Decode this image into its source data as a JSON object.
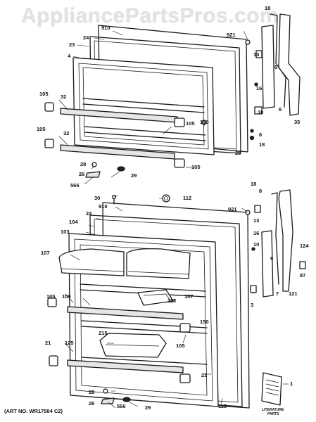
{
  "watermark": "AppliancePartsPros.com",
  "art_number": "(ART NO. WR17584 C2)",
  "literature_label_line1": "LITERATURE",
  "literature_label_line2": "PARTS",
  "callouts_upper": [
    "18",
    "910",
    "921",
    "24",
    "23",
    "4",
    "13",
    "5",
    "16",
    "105",
    "32",
    "6",
    "35",
    "10",
    "105",
    "105",
    "150",
    "8",
    "25",
    "32",
    "18",
    "28",
    "105",
    "26",
    "29",
    "566"
  ],
  "callouts_lower": [
    "30",
    "112",
    "18",
    "8",
    "910",
    "921",
    "24",
    "104",
    "103",
    "13",
    "16",
    "10",
    "107",
    "9",
    "124",
    "87",
    "118",
    "107",
    "105",
    "109",
    "121",
    "7",
    "3",
    "150",
    "215",
    "105",
    "21",
    "125",
    "21",
    "28",
    "26",
    "566",
    "29",
    "115",
    "1"
  ]
}
